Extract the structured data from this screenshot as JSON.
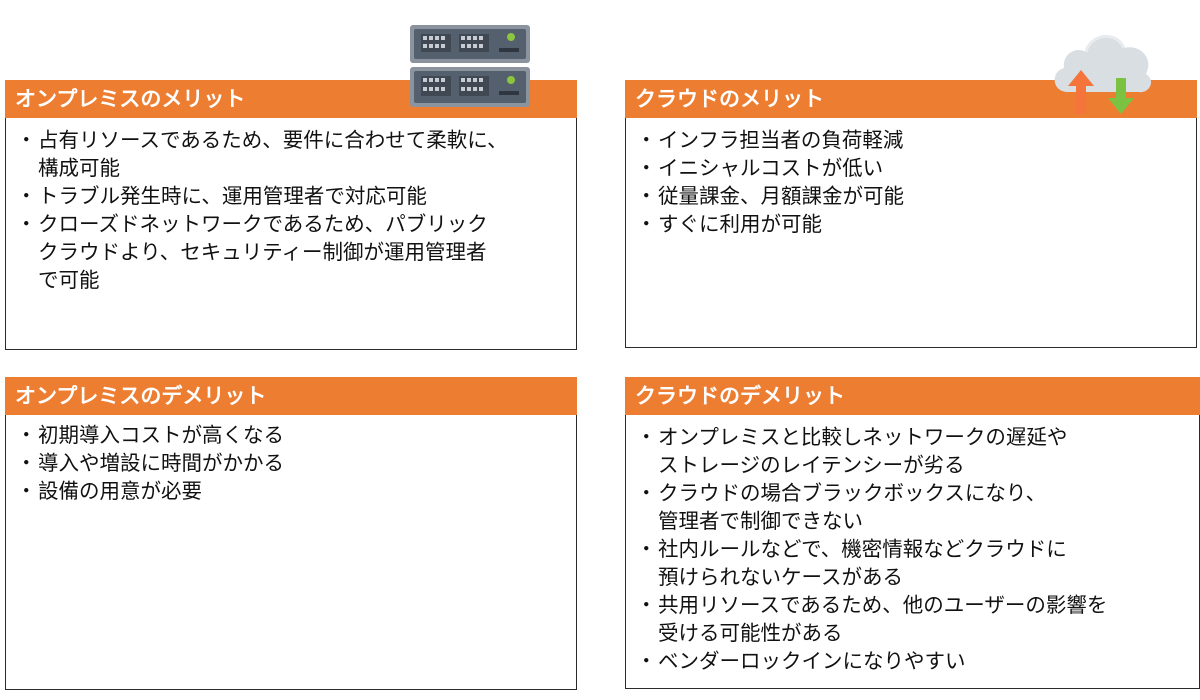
{
  "cards": [
    {
      "id": "onprem-merit",
      "title": "オンプレミスのメリット",
      "items": [
        "占有リソースであるため、要件に合わせて柔軟に、\n構成可能",
        "トラブル発生時に、運用管理者で対応可能",
        "クローズドネットワークであるため、パブリック\nクラウドより、セキュリティー制御が運用管理者\nで可能"
      ]
    },
    {
      "id": "cloud-merit",
      "title": "クラウドのメリット",
      "items": [
        "インフラ担当者の負荷軽減",
        "イニシャルコストが低い",
        "従量課金、月額課金が可能",
        "すぐに利用が可能"
      ]
    },
    {
      "id": "onprem-demerit",
      "title": "オンプレミスのデメリット",
      "items": [
        "初期導入コストが高くなる",
        "導入や増設に時間がかかる",
        "設備の用意が必要"
      ]
    },
    {
      "id": "cloud-demerit",
      "title": "クラウドのデメリット",
      "items": [
        "オンプレミスと比較しネットワークの遅延や\nストレージのレイテンシーが劣る",
        "クラウドの場合ブラックボックスになり、\n管理者で制御できない",
        "社内ルールなどで、機密情報などクラウドに\n預けられないケースがある",
        "共用リソースであるため、他のユーザーの影響を\n受ける可能性がある",
        "ベンダーロックインになりやすい"
      ]
    }
  ],
  "icons": {
    "server": "server-rack-icon",
    "cloud": "cloud-sync-icon"
  },
  "colors": {
    "header": "#ed7d31",
    "header_text": "#ffffff",
    "border": "#2b2b2b",
    "arrow_up": "#f4743b",
    "arrow_down": "#7cc242",
    "server_body": "#55606e",
    "cloud": "#d9dee3"
  }
}
